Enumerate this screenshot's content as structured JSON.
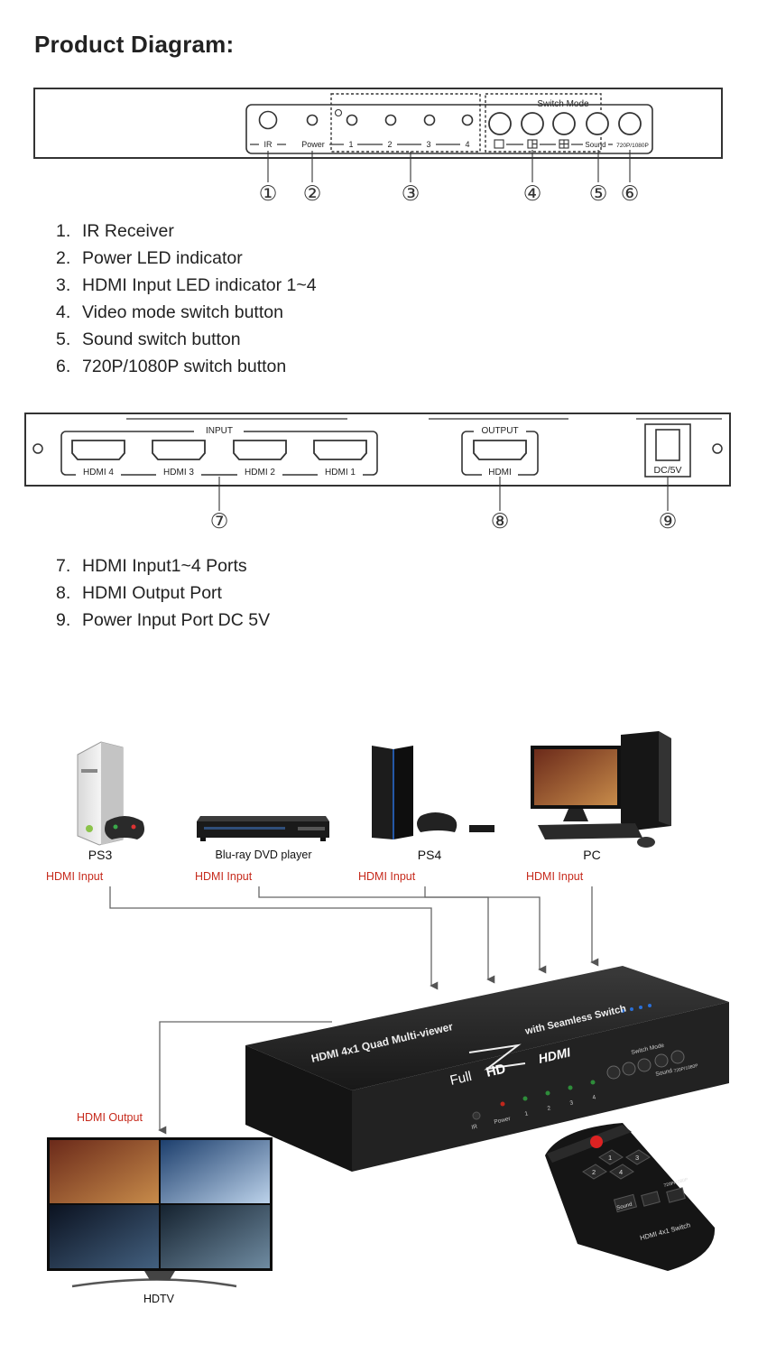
{
  "title": "Product Diagram:",
  "front_panel": {
    "labels": {
      "ir": "IR",
      "power": "Power",
      "in1": "1",
      "in2": "2",
      "in3": "3",
      "in4": "4",
      "switch_mode": "Switch Mode",
      "sound": "Sound",
      "res": "720P/1080P"
    },
    "callouts": [
      "①",
      "②",
      "③",
      "④",
      "⑤",
      "⑥"
    ]
  },
  "front_legend": [
    {
      "num": "1.",
      "text": "IR Receiver"
    },
    {
      "num": "2.",
      "text": "Power LED indicator"
    },
    {
      "num": "3.",
      "text": "HDMI Input LED indicator 1~4"
    },
    {
      "num": "4.",
      "text": "Video mode switch button"
    },
    {
      "num": "5.",
      "text": "Sound switch button"
    },
    {
      "num": "6.",
      "text": "720P/1080P switch button"
    }
  ],
  "rear_panel": {
    "labels": {
      "input": "INPUT",
      "hdmi4": "HDMI 4",
      "hdmi3": "HDMI 3",
      "hdmi2": "HDMI 2",
      "hdmi1": "HDMI 1",
      "output": "OUTPUT",
      "hdmi_out": "HDMI",
      "dc": "DC/5V"
    },
    "callouts": [
      "⑦",
      "⑧",
      "⑨"
    ]
  },
  "rear_legend": [
    {
      "num": "7.",
      "text": "HDMI Input1~4 Ports"
    },
    {
      "num": "8.",
      "text": "HDMI Output Port"
    },
    {
      "num": "9.",
      "text": "Power Input Port DC 5V"
    }
  ],
  "connection": {
    "sources": [
      {
        "name": "PS3",
        "tag": "HDMI Input"
      },
      {
        "name": "Blu-ray DVD player",
        "tag": "HDMI Input"
      },
      {
        "name": "PS4",
        "tag": "HDMI Input"
      },
      {
        "name": "PC",
        "tag": "HDMI Input"
      }
    ],
    "device_top": "HDMI 4x1 Quad Multi-viewer",
    "device_top2": "with Seamless Switch",
    "full": "Full",
    "hd": "HD",
    "hdmi_logo": "HDMI",
    "device_switch_mode": "Switch Mode",
    "device_front": {
      "ir": "IR",
      "power": "Power",
      "n1": "1",
      "n2": "2",
      "n3": "3",
      "n4": "4",
      "sound": "Sound",
      "res": "720P/1080P"
    },
    "output_tag": "HDMI Output",
    "tv_label": "HDTV",
    "remote": {
      "k1": "1",
      "k2": "2",
      "k3": "3",
      "k4": "4",
      "sound": "Sound",
      "res": "720P/1080P",
      "brand": "HDMI 4x1 Switch"
    }
  },
  "colors": {
    "text": "#222222",
    "red_label": "#c62a1c",
    "device": "#1e1e1e",
    "led_red": "#c0271c",
    "led_green": "#2e8c3a",
    "blue_dots": "#2a6fd6"
  }
}
